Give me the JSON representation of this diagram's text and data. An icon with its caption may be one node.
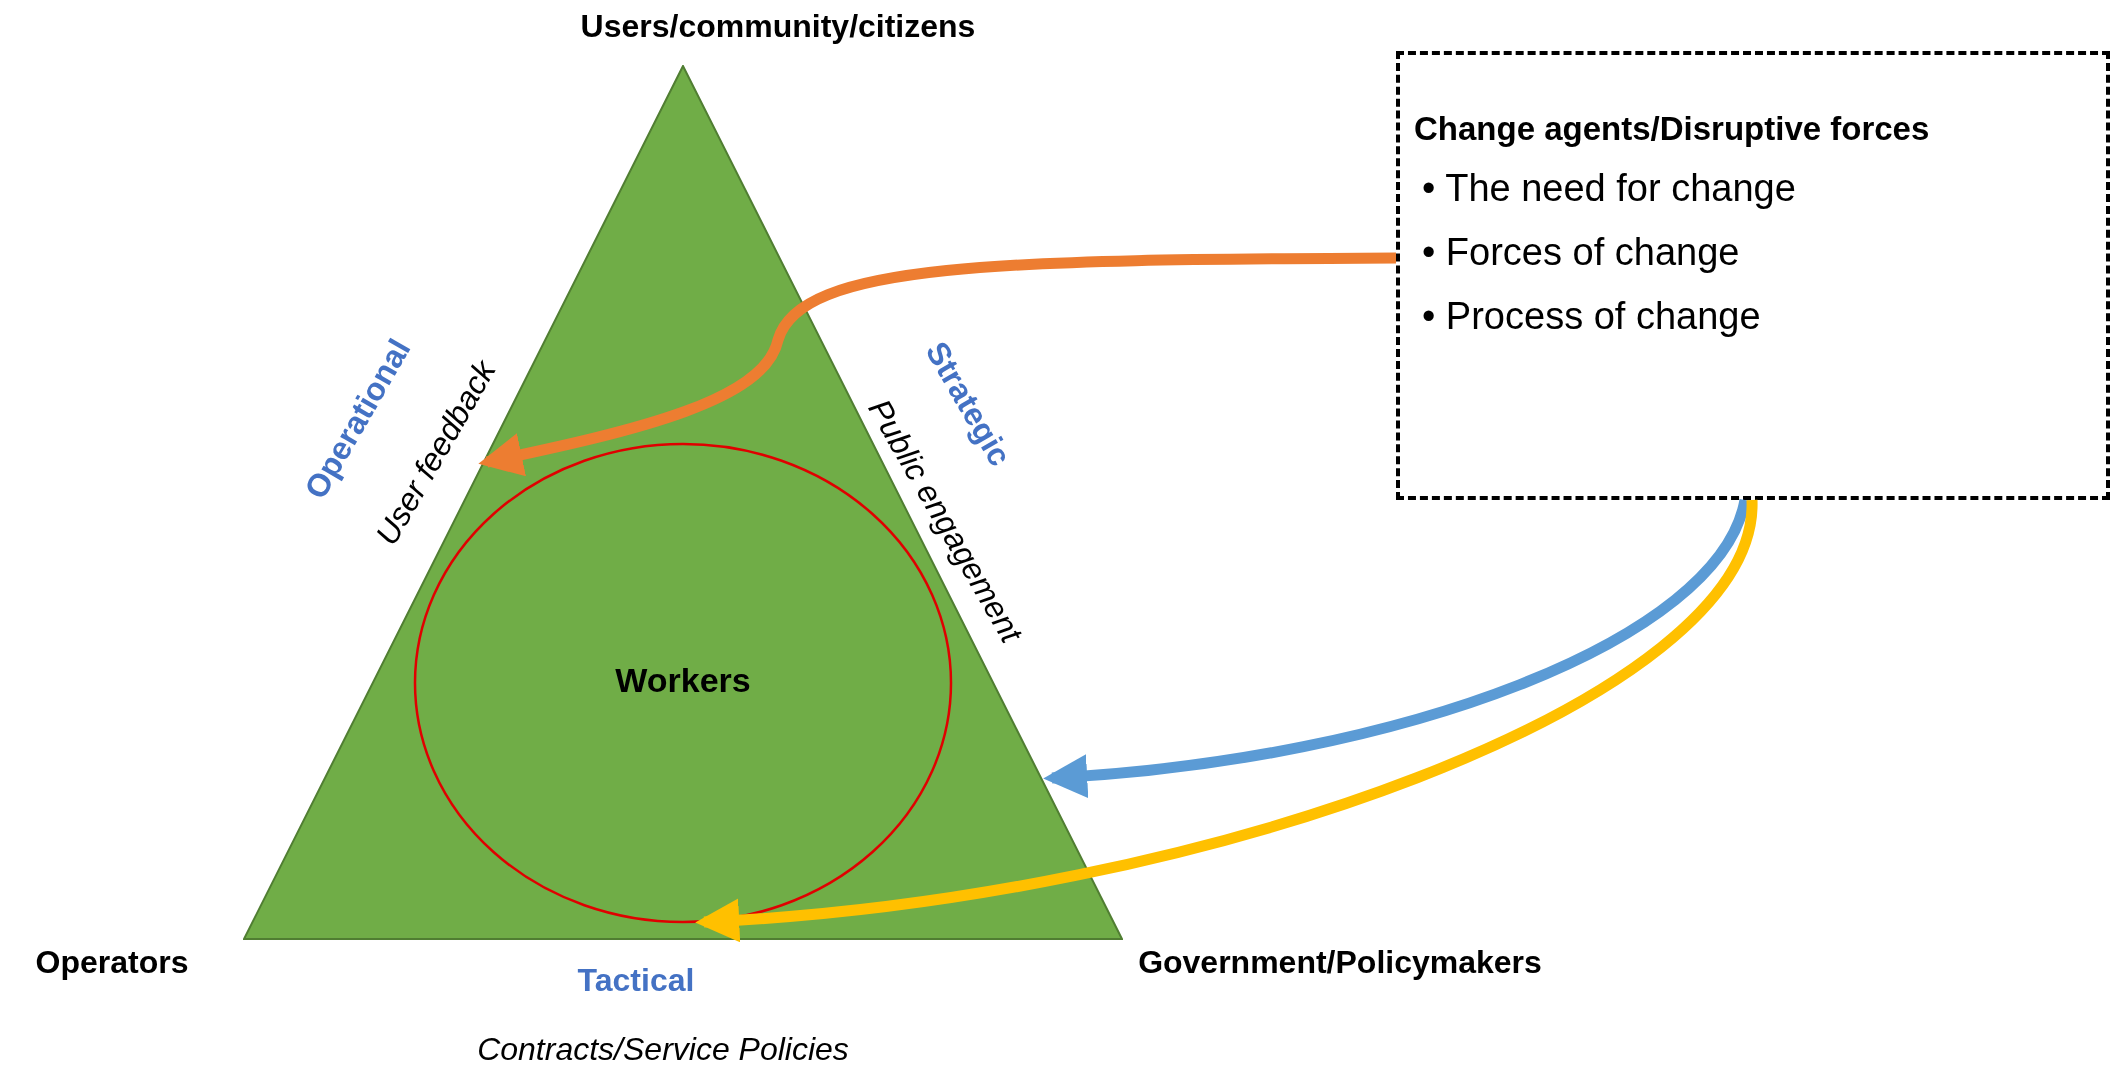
{
  "diagram": {
    "nodes": [
      {
        "text": [],
        "shape": "triangle"
      },
      {
        "text": [
          "Workers"
        ],
        "in": 0
      },
      {
        "text": [
          "Change agents/Disruptive forces",
          "• The need for change",
          "• Forces of change",
          "• Process of change"
        ]
      }
    ],
    "edges": [
      {
        "from": 2,
        "to": 0,
        "arrow": "to",
        "color": "#ed7d31"
      },
      {
        "from": 2,
        "to": 0,
        "arrow": "to",
        "color": "#5b9bd5"
      },
      {
        "from": 2,
        "to": 1,
        "arrow": "to",
        "color": "#ffc000"
      }
    ],
    "labels": [
      "Users/community/citizens",
      "Operational",
      "User feedback",
      "Strategic",
      "Public engagement",
      "Operators",
      "Government/Policymakers",
      "Tactical",
      "Contracts/Service Policies"
    ]
  }
}
